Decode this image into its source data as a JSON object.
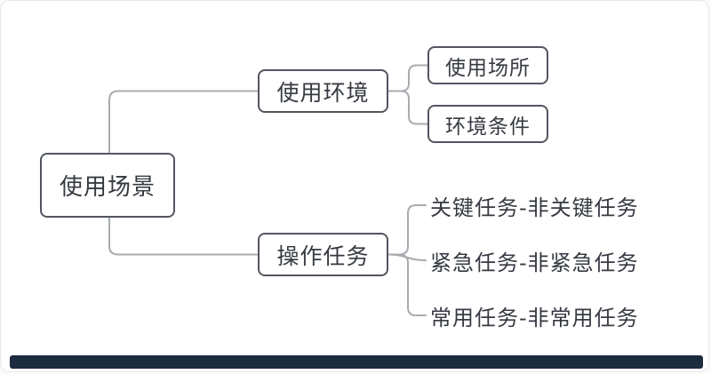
{
  "diagram": {
    "root": {
      "label": "使用场景"
    },
    "branches": [
      {
        "label": "使用环境",
        "children": [
          {
            "label": "使用场所"
          },
          {
            "label": "环境条件"
          }
        ]
      },
      {
        "label": "操作任务",
        "children": [
          {
            "label": "关键任务-非关键任务"
          },
          {
            "label": "紧急任务-非紧急任务"
          },
          {
            "label": "常用任务-非常用任务"
          }
        ]
      }
    ]
  },
  "colors": {
    "background": "#ffffff",
    "box-border": "#51565e",
    "text": "#363a41",
    "line": "#a8abaf",
    "bottom-bar": "#1d2b3e"
  }
}
